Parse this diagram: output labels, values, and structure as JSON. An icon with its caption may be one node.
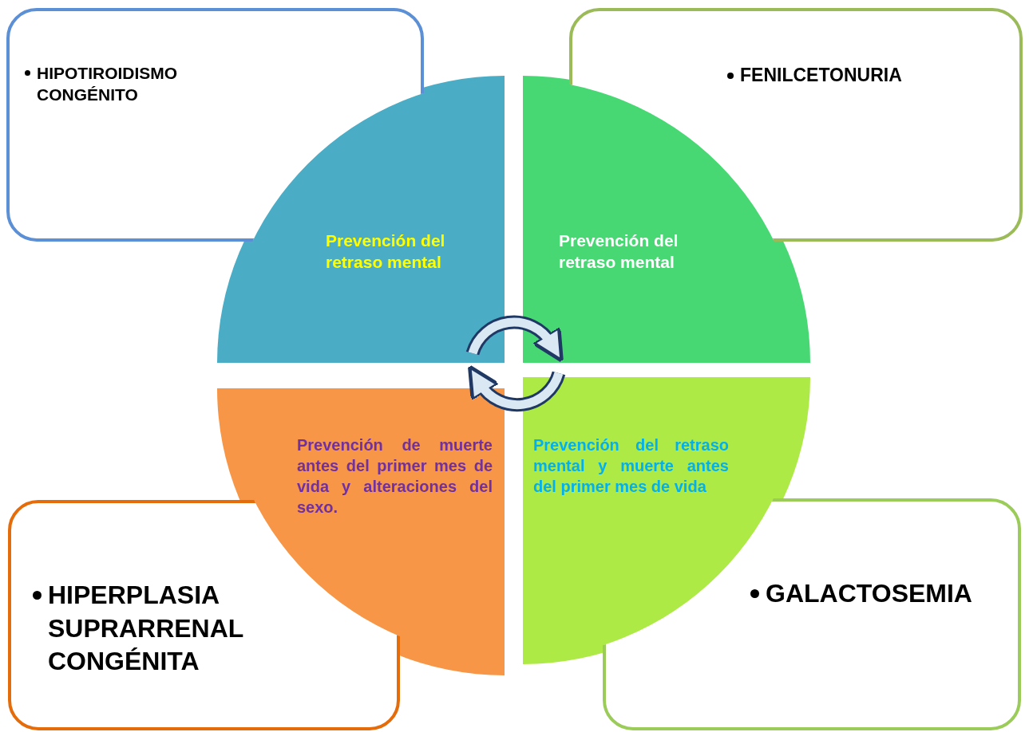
{
  "diagram": {
    "nodes": [
      {
        "text": [
          "HIPOTIROIDISMO CONGÉNITO"
        ]
      },
      {
        "text": [
          "FENILCETONURIA"
        ]
      },
      {
        "text": [
          "Prevención del retraso mental"
        ]
      },
      {
        "text": [
          "Prevención del retraso mental"
        ]
      },
      {
        "text": [
          "Prevención de muerte antes del primer mes de vida y alteraciones del sexo."
        ]
      },
      {
        "text": [
          "Prevención del retraso mental y muerte antes del primer mes de vida"
        ]
      },
      {
        "text": [
          "HIPERPLASIA SUPRARRENAL CONGÉNITA"
        ]
      },
      {
        "text": [
          "GALACTOSEMIA"
        ]
      }
    ],
    "edges": [
      {
        "from": 2,
        "to": 3,
        "arrow": "to"
      },
      {
        "from": 5,
        "to": 4,
        "arrow": "to"
      }
    ]
  }
}
